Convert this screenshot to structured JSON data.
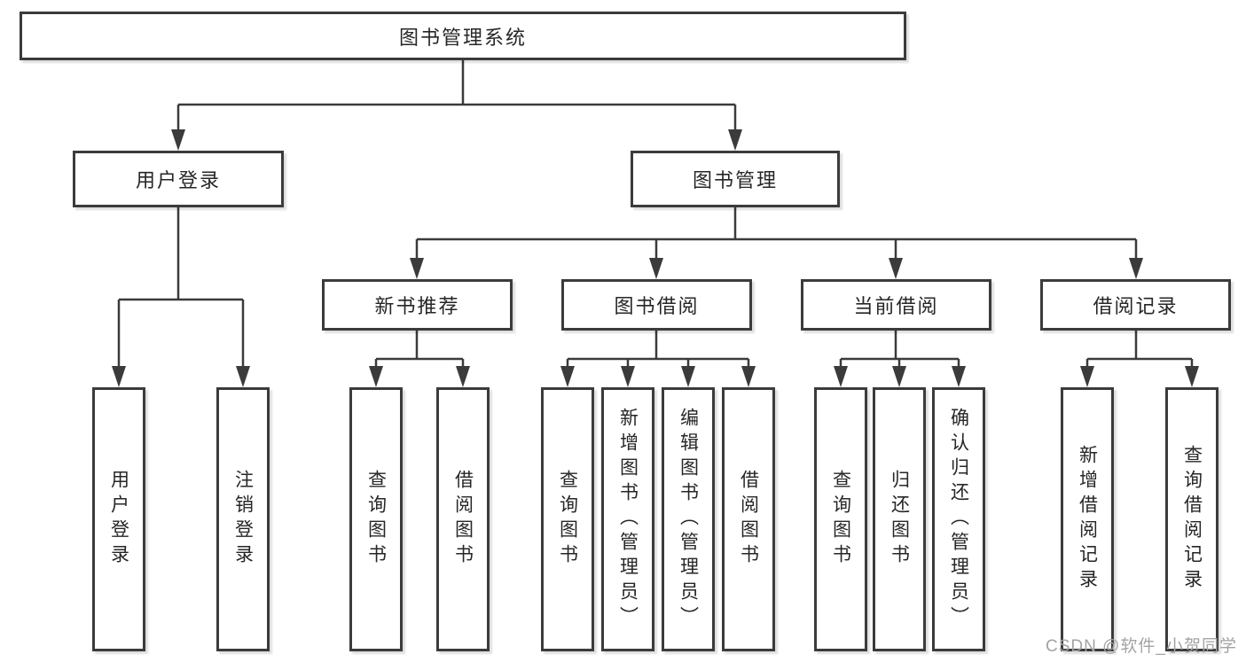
{
  "diagram": {
    "title": "图书管理系统",
    "level2": {
      "user_login": "用户登录",
      "book_management": "图书管理"
    },
    "level3": {
      "new_book_recommend": "新书推荐",
      "book_borrow": "图书借阅",
      "current_borrow": "当前借阅",
      "borrow_record": "借阅记录"
    },
    "leaves": {
      "user_login": [
        "用户登录",
        "注销登录"
      ],
      "new_book_recommend": [
        "查询图书",
        "借阅图书"
      ],
      "book_borrow": [
        "查询图书",
        "新增图书（管理员）",
        "编辑图书（管理员）",
        "借阅图书"
      ],
      "current_borrow": [
        "查询图书",
        "归还图书",
        "确认归还（管理员）"
      ],
      "borrow_record": [
        "新增借阅记录",
        "查询借阅记录"
      ]
    },
    "watermark": "CSDN @软件_小贺同学",
    "colors": {
      "line": "#3b3b3b",
      "border": "#3b3b3b",
      "text": "#262626",
      "background": "#ffffff",
      "watermark": "#a3a3a3"
    }
  }
}
